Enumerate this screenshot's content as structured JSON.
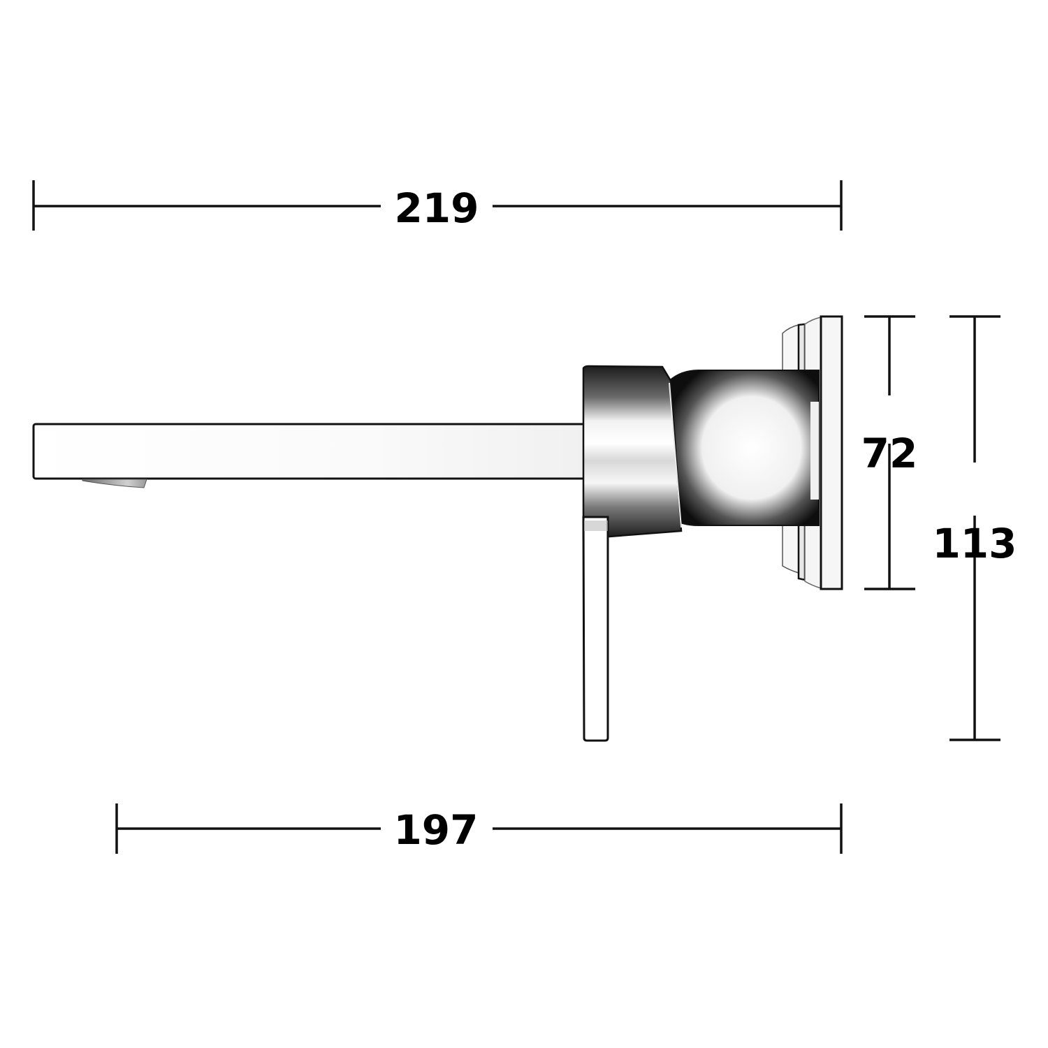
{
  "diagram": {
    "subject": "Wall-mounted basin mixer spout with lever handle, side elevation",
    "units": "mm",
    "dimensions": {
      "overall_projection": {
        "label": "219",
        "orientation": "horizontal"
      },
      "spout_to_wall": {
        "label": "197",
        "orientation": "horizontal"
      },
      "body_height": {
        "label": "72",
        "orientation": "vertical"
      },
      "overall_height": {
        "label": "113",
        "orientation": "vertical"
      }
    },
    "parts": [
      "spout",
      "aerator",
      "mixer-body",
      "lever-handle",
      "wall-plate"
    ],
    "colors": {
      "line": "#111111",
      "label": "#000000",
      "chrome_dark": "#1a1a1a",
      "chrome_light": "#f4f4f4",
      "background": "#ffffff"
    }
  }
}
